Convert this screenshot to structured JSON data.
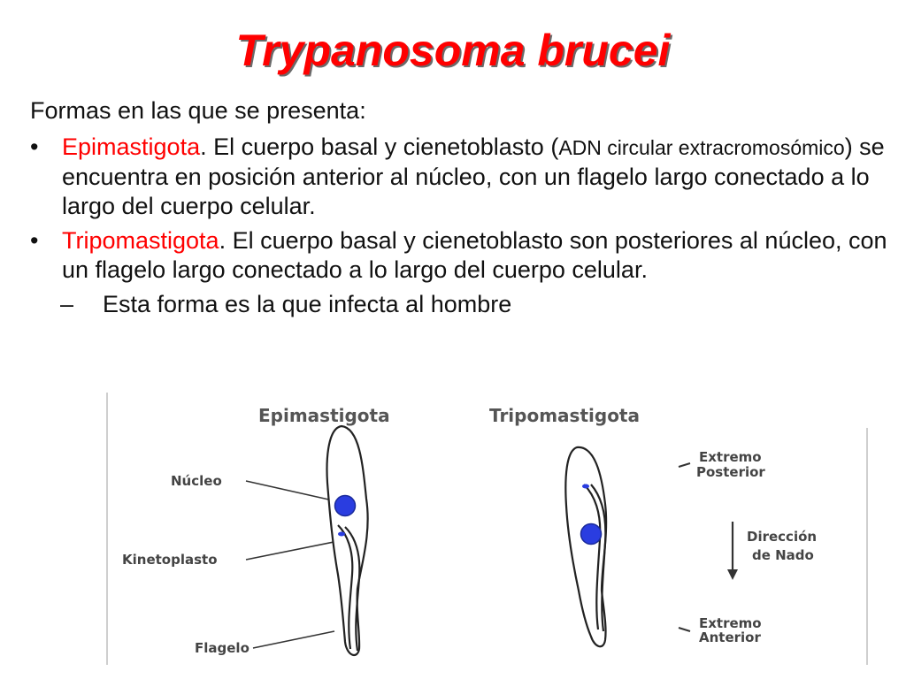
{
  "slide": {
    "title": "Trypanosoma brucei",
    "intro": "Formas en las que se presenta:",
    "bullets": [
      {
        "bullet": "•",
        "term": "Epimastigota",
        "text_a": ". El cuerpo basal y cienetoblasto (",
        "small": "ADN circular extracromosómico",
        "text_b": ") se encuentra en posición anterior al núcleo, con un flagelo largo conectado a lo largo del cuerpo celular."
      },
      {
        "bullet": "•",
        "term": "Tripomastigota",
        "text": ". El cuerpo basal y cienetoblasto son posteriores al núcleo, con un flagelo largo conectado a lo largo del cuerpo celular.",
        "sub": {
          "dash": "–",
          "text": "Esta forma es la que infecta al hombre"
        }
      }
    ]
  },
  "figure": {
    "epi_title": "Epimastigota",
    "tri_title": "Tripomastigota",
    "labels": {
      "nucleo": "Núcleo",
      "kinetoplasto": "Kinetoplasto",
      "flagelo": "Flagelo"
    },
    "posterior": [
      "Extremo",
      "Posterior"
    ],
    "direccion": [
      "Dirección",
      "de Nado"
    ],
    "anterior": [
      "Extremo",
      "Anterior"
    ]
  },
  "colors": {
    "title": "#ff0000",
    "term": "#ff0000",
    "nucleus": "#2a3de0"
  }
}
